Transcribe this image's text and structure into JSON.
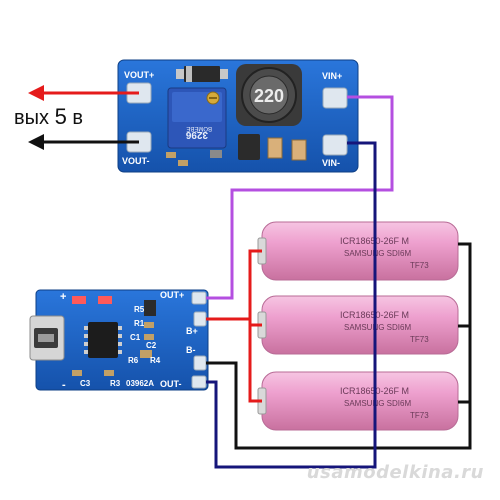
{
  "output_label": {
    "prefix": "вых",
    "value": "5",
    "unit": "в"
  },
  "boost_module": {
    "pins": {
      "vout_plus": "VOUT+",
      "vout_minus": "VOUT-",
      "vin_plus": "VIN+",
      "vin_minus": "VIN-"
    },
    "inductor_marking": "220",
    "trimmer_marking": "3296",
    "trimmer_brand": "BOMEBE"
  },
  "charger_module": {
    "pins": {
      "out_plus": "OUT+",
      "out_minus": "OUT-",
      "b_plus": "B+",
      "b_minus": "B-",
      "plus": "+",
      "minus": "-"
    },
    "components": [
      "R5",
      "R1",
      "C1",
      "C2",
      "R6",
      "R4",
      "R3",
      "C3"
    ],
    "code": "03962A"
  },
  "batteries": [
    {
      "line1": "ICR18650-26F M",
      "line2": "SAMSUNG  SDI6M",
      "line3": "TF73"
    },
    {
      "line1": "ICR18650-26F M",
      "line2": "SAMSUNG  SDI6M",
      "line3": "TF73"
    },
    {
      "line1": "ICR18650-26F M",
      "line2": "SAMSUNG  SDI6M",
      "line3": "TF73"
    }
  ],
  "watermark": "usamodelkina.ru",
  "colors": {
    "pcb": "#1b63c6",
    "battery": "#e89ac8",
    "wire_red": "#e51b1b",
    "wire_purple": "#b44fe0",
    "wire_navy": "#15157a",
    "wire_black": "#111111"
  }
}
